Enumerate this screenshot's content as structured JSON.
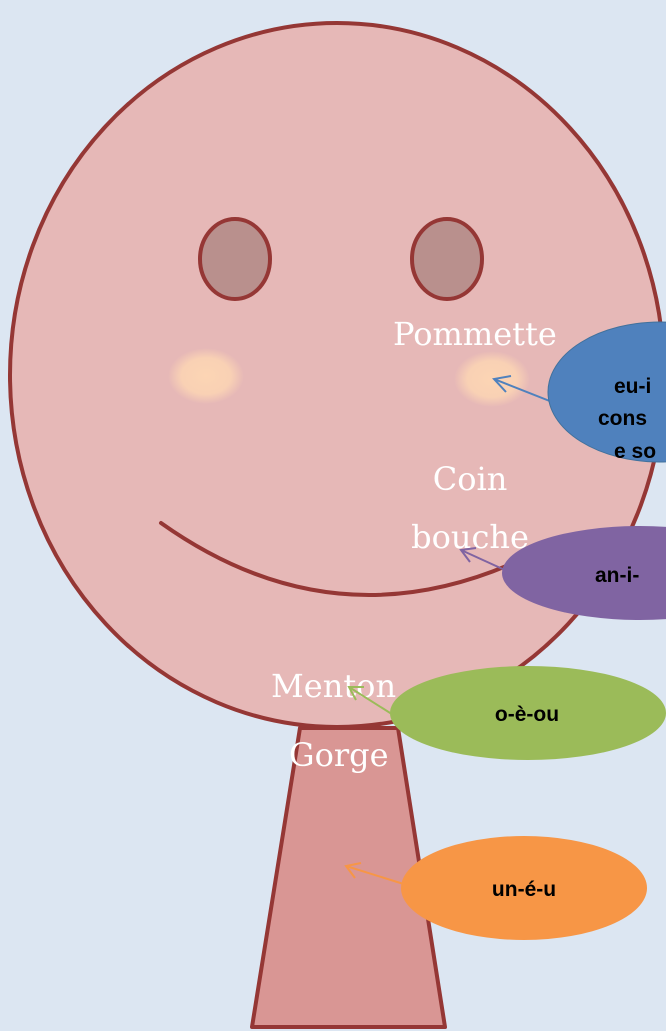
{
  "labels": {
    "pommette": "Pommette",
    "coin_line1": "Coin",
    "coin_line2": "bouche",
    "menton": "Menton",
    "gorge": "Gorge"
  },
  "bubbles": {
    "blue_line1": "eu-i",
    "blue_line2": "cons",
    "blue_line3": "e so",
    "purple": "an-i-",
    "green": "o-è-ou",
    "orange": "un-é-u"
  },
  "colors": {
    "background": "#dce6f2",
    "face": "#e6b8b7",
    "outline": "#953735",
    "neck": "#d99694",
    "eyes": "#b9908d",
    "cheeks": "#fcd5b4",
    "blue": "#4f81bd",
    "purple": "#8064a2",
    "green": "#9bbb59",
    "orange": "#f79646"
  }
}
